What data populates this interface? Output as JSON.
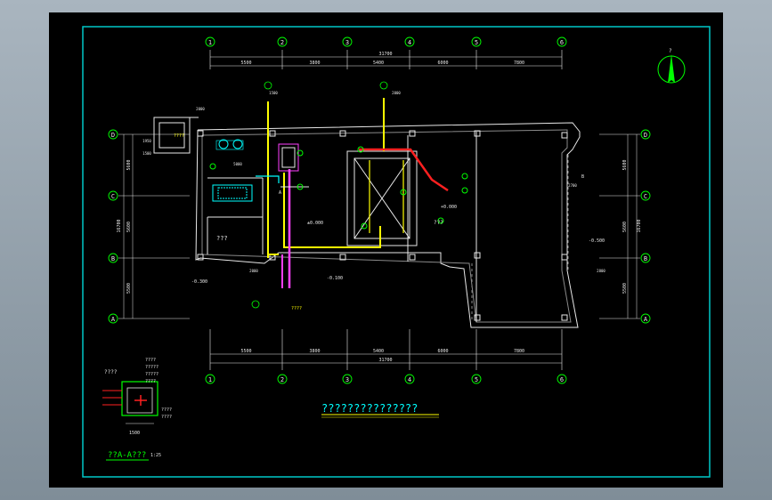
{
  "colors": {
    "border": "#00c8c8",
    "white": "#e8e8e8",
    "yellow": "#ffff00",
    "red": "#ff2020",
    "magenta": "#ff40ff",
    "green": "#00ff00",
    "cyan": "#00ffff"
  },
  "grid": {
    "columns": [
      "1",
      "2",
      "3",
      "4",
      "5",
      "6"
    ],
    "rows": [
      "D",
      "C",
      "B",
      "A"
    ]
  },
  "dimensions": {
    "top_total": "31700",
    "top_spans": [
      "5500",
      "3800",
      "5400",
      "6000",
      "7800"
    ],
    "bottom_total": "31700",
    "bottom_spans": [
      "5500",
      "3800",
      "5400",
      "6000",
      "7800"
    ],
    "left_total": "16700",
    "left_spans": [
      "5600",
      "5600",
      "5500"
    ],
    "right_total": "16700",
    "right_spans": [
      "5600",
      "5600",
      "5500"
    ],
    "left_small": [
      "1950",
      "1500"
    ],
    "top_small": [
      "1500",
      "2000",
      "2000"
    ],
    "inner": [
      "5000",
      "2700",
      "2800",
      "2000"
    ]
  },
  "annotations": {
    "elev_inside": "±0.000",
    "elev_door": "-0.300",
    "elev_low": "-0.100",
    "elev_right": "+0.000",
    "elev_far_right": "-0.500",
    "room_label": "???",
    "room_label2": "???",
    "marker_a": "A",
    "marker_b": "B",
    "pit_label": "????",
    "legend_1": "????",
    "legend_2": "?????",
    "legend_3": "?????",
    "legend_4": "????",
    "legend_5": "????",
    "legend_6": "????",
    "pipe_tag": "????",
    "tag_small": "????"
  },
  "section": {
    "title": "??A-A???",
    "scale": "1:25",
    "dim": "1500"
  },
  "drawing_title": "???????????????",
  "north": "?"
}
